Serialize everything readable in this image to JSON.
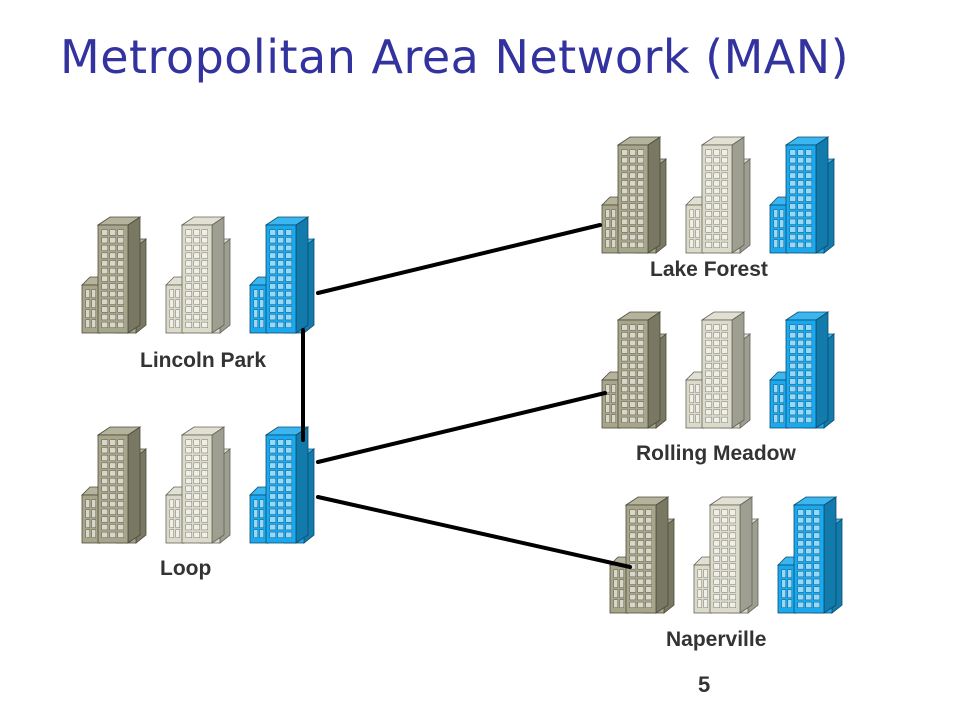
{
  "slide": {
    "title": "Metropolitan Area Network (MAN)",
    "page_number": "5"
  },
  "sites": [
    {
      "id": "lincoln-park",
      "label": "Lincoln Park"
    },
    {
      "id": "loop",
      "label": "Loop"
    },
    {
      "id": "lake-forest",
      "label": "Lake Forest"
    },
    {
      "id": "rolling-meadow",
      "label": "Rolling Meadow"
    },
    {
      "id": "naperville",
      "label": "Naperville"
    }
  ],
  "links": [
    {
      "from": "lincoln-park",
      "to": "lake-forest"
    },
    {
      "from": "lincoln-park",
      "to": "loop"
    },
    {
      "from": "loop",
      "to": "rolling-meadow"
    },
    {
      "from": "loop",
      "to": "naperville"
    }
  ],
  "colors": {
    "title": "#3333a0",
    "building_dark": "#a8a68a",
    "building_light": "#dcdbca",
    "building_blue": "#1aa9ef",
    "link": "#000000"
  }
}
